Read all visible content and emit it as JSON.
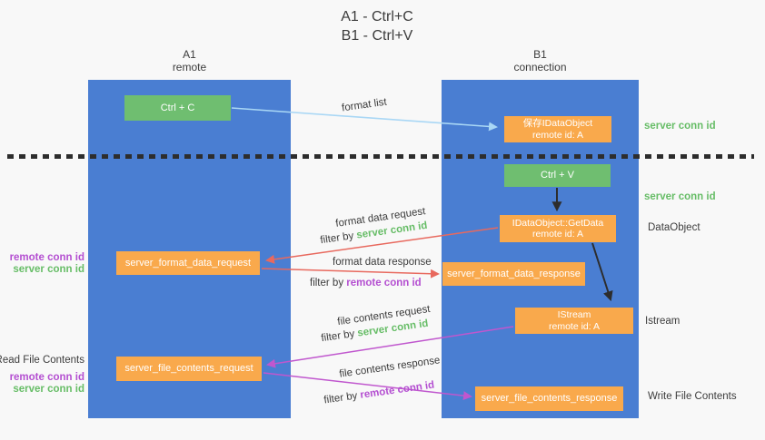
{
  "title": {
    "line1": "A1 - Ctrl+C",
    "line2": "B1 - Ctrl+V"
  },
  "lifelines": {
    "a1": {
      "name": "A1",
      "role": "remote"
    },
    "b1": {
      "name": "B1",
      "role": "connection"
    }
  },
  "nodes": {
    "ctrl_c": {
      "label": "Ctrl + C"
    },
    "save_idataobject": {
      "line1": "保存IDataObject",
      "line2": "remote id: A"
    },
    "ctrl_v": {
      "label": "Ctrl + V"
    },
    "getdata": {
      "line1": "IDataObject::GetData",
      "line2": "remote id: A"
    },
    "format_data_request": {
      "label": "server_format_data_request"
    },
    "format_data_response": {
      "label": "server_format_data_response"
    },
    "istream": {
      "line1": "IStream",
      "line2": "remote id: A"
    },
    "file_contents_request": {
      "label": "server_file_contents_request"
    },
    "file_contents_response": {
      "label": "server_file_contents_response"
    }
  },
  "edge_labels": {
    "format_list": "format list",
    "format_data_request": "format data request",
    "format_data_response": "format data response",
    "file_contents_request": "file contents request",
    "file_contents_response": "file contents response",
    "filter_by": "filter by ",
    "server_conn_id": "server conn id",
    "remote_conn_id": "remote conn id"
  },
  "side_labels": {
    "right_server_conn_id_1": "server conn id",
    "right_server_conn_id_2": "server conn id",
    "right_dataobject": "DataObject",
    "right_istream": "Istream",
    "right_write_file": "Write File Contents",
    "left_remote_conn_id_1": "remote conn id",
    "left_server_conn_id_1": "server conn id",
    "left_read_file": "Read File Contents",
    "left_remote_conn_id_2": "remote conn id",
    "left_server_conn_id_2": "server conn id"
  },
  "colors": {
    "canvas_bg": "#f8f8f8",
    "column_blue": "#4a7ed2",
    "box_orange": "#f9a94c",
    "box_green": "#6fbe70",
    "text_dark": "#3c3c3c",
    "text_green": "#67bd67",
    "text_purple": "#b44fd1",
    "arrow_blue": "#a9d7f5",
    "arrow_red": "#e8695e",
    "arrow_magenta": "#c057ce",
    "arrow_black": "#2d2d2d"
  }
}
